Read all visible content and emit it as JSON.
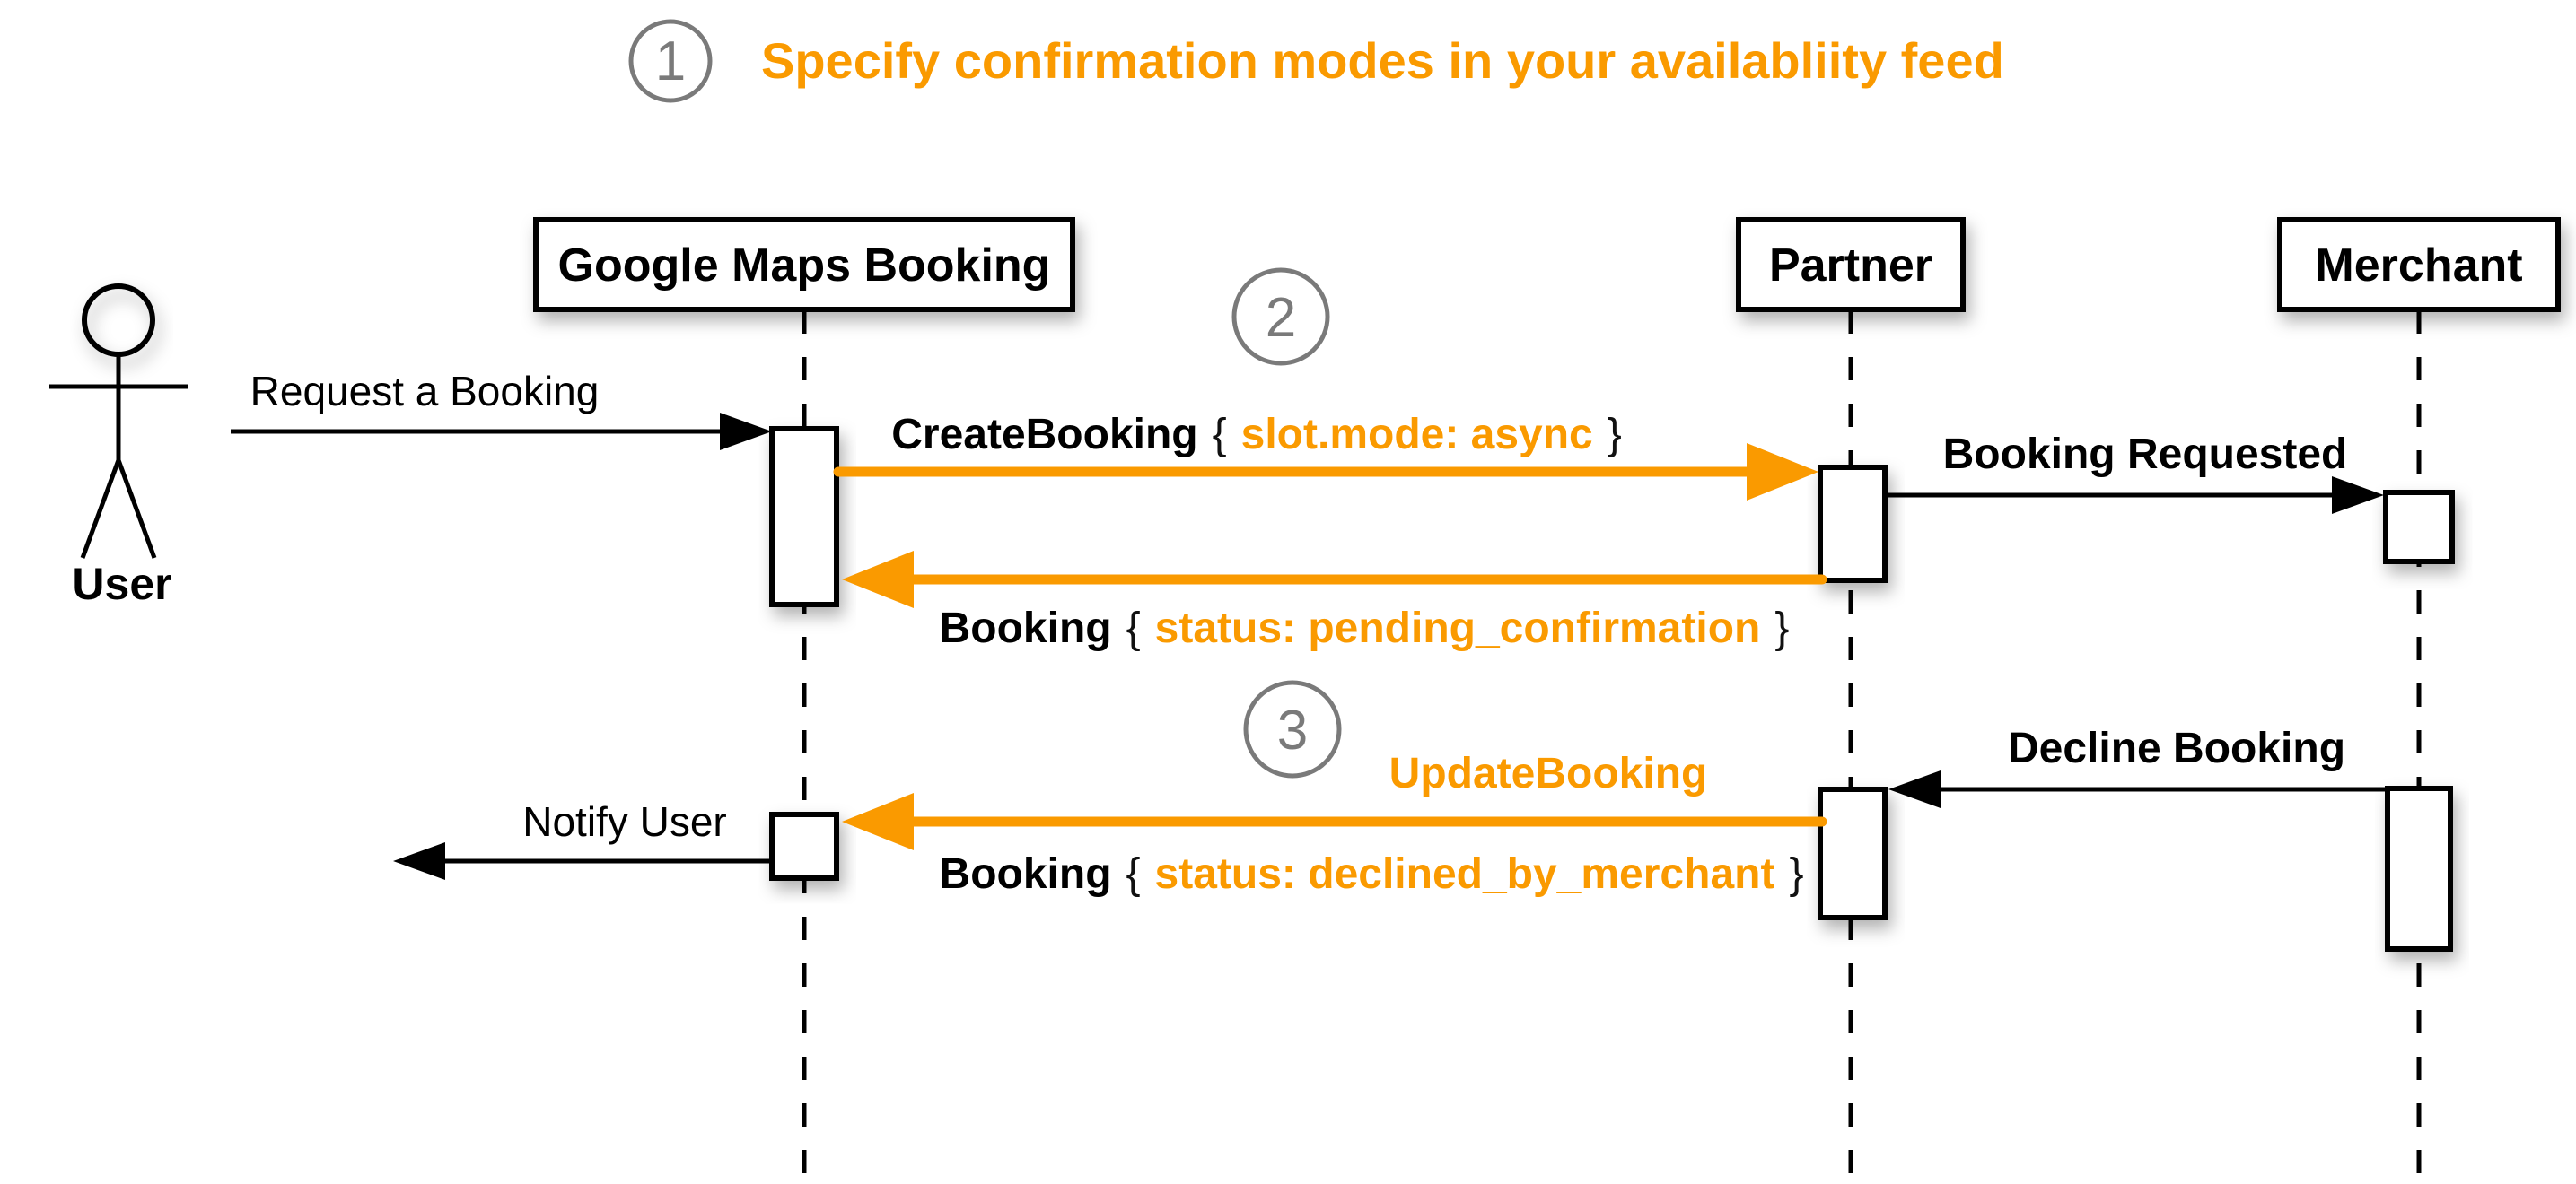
{
  "header": {
    "step_number": "1",
    "title": "Specify confirmation modes in your availabliity feed"
  },
  "steps": {
    "step2_number": "2",
    "step3_number": "3"
  },
  "actors": {
    "user_label": "User",
    "lifelines": [
      {
        "label": "Google Maps Booking"
      },
      {
        "label": "Partner"
      },
      {
        "label": "Merchant"
      }
    ]
  },
  "messages": {
    "request_booking": {
      "label": "Request a Booking"
    },
    "create_booking": {
      "name": "CreateBooking",
      "brace_open": "{",
      "param": "slot.mode: async",
      "brace_close": "}"
    },
    "booking_requested": {
      "label": "Booking Requested"
    },
    "booking_pending": {
      "name": "Booking",
      "brace_open": "{",
      "param": "status: pending_confirmation",
      "brace_close": "}"
    },
    "update_booking": {
      "label": "UpdateBooking"
    },
    "booking_declined": {
      "name": "Booking",
      "brace_open": "{",
      "param": "status: declined_by_merchant",
      "brace_close": "}"
    },
    "decline_booking": {
      "label": "Decline Booking"
    },
    "notify_user": {
      "label": "Notify User"
    }
  },
  "colors": {
    "accent_orange": "#FA9A00",
    "step_badge_gray": "#7A7A7A",
    "line_black": "#000000",
    "background": "#FFFFFF"
  }
}
